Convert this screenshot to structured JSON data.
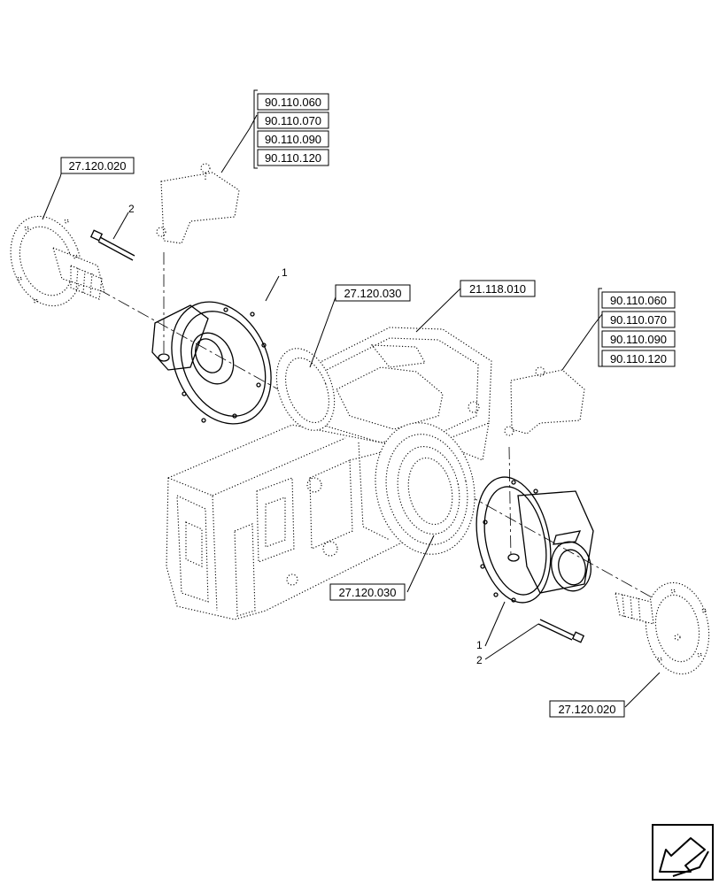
{
  "reference_labels": {
    "shaft_left": "27.120.020",
    "support_top": [
      "90.110.060",
      "90.110.070",
      "90.110.090",
      "90.110.120"
    ],
    "brake_top": "27.120.030",
    "housing": "21.118.010",
    "support_right": [
      "90.110.060",
      "90.110.070",
      "90.110.090",
      "90.110.120"
    ],
    "brake_bottom": "27.120.030",
    "shaft_right": "27.120.020"
  },
  "callouts": {
    "bolt_left": "2",
    "flange_left": "1",
    "flange_right": "1",
    "bolt_right": "2"
  },
  "icons": {
    "nav": "next-page-arrow-icon"
  }
}
